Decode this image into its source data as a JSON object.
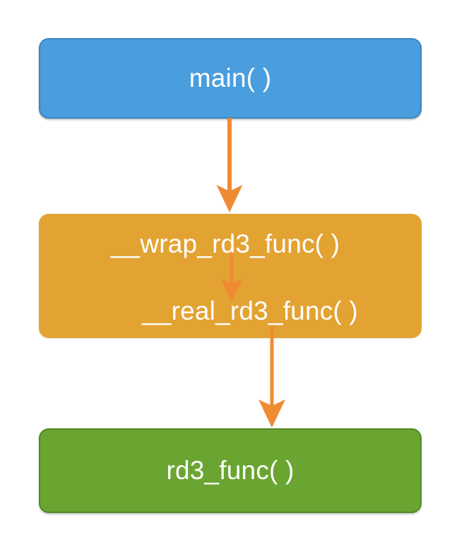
{
  "diagram": {
    "title": "Linker wrap call-flow diagram",
    "background": "#ffffff",
    "nodes": [
      {
        "id": "main",
        "label": "main( )",
        "fill": "#4a9edd",
        "stroke": "#3784c4",
        "text_color": "#ffffff"
      },
      {
        "id": "wrap",
        "label_primary": "__wrap_rd3_func( )",
        "label_secondary": "__real_rd3_func( )",
        "fill": "#e3a333",
        "stroke": "#e3a333",
        "text_color": "#ffffff"
      },
      {
        "id": "rd3",
        "label": "rd3_func( )",
        "fill": "#6aa532",
        "stroke": "#4f8a23",
        "text_color": "#ffffff"
      }
    ],
    "edges": [
      {
        "id": "main-to-wrap",
        "from": "main",
        "to": "wrap",
        "color": "#ef8b33",
        "label": ""
      },
      {
        "id": "wrap-to-real",
        "from": "wrap",
        "to": "real",
        "color": "#ef8b33",
        "label": ""
      },
      {
        "id": "real-to-rd3",
        "from": "real",
        "to": "rd3",
        "color": "#ef8b33",
        "label": ""
      }
    ]
  }
}
